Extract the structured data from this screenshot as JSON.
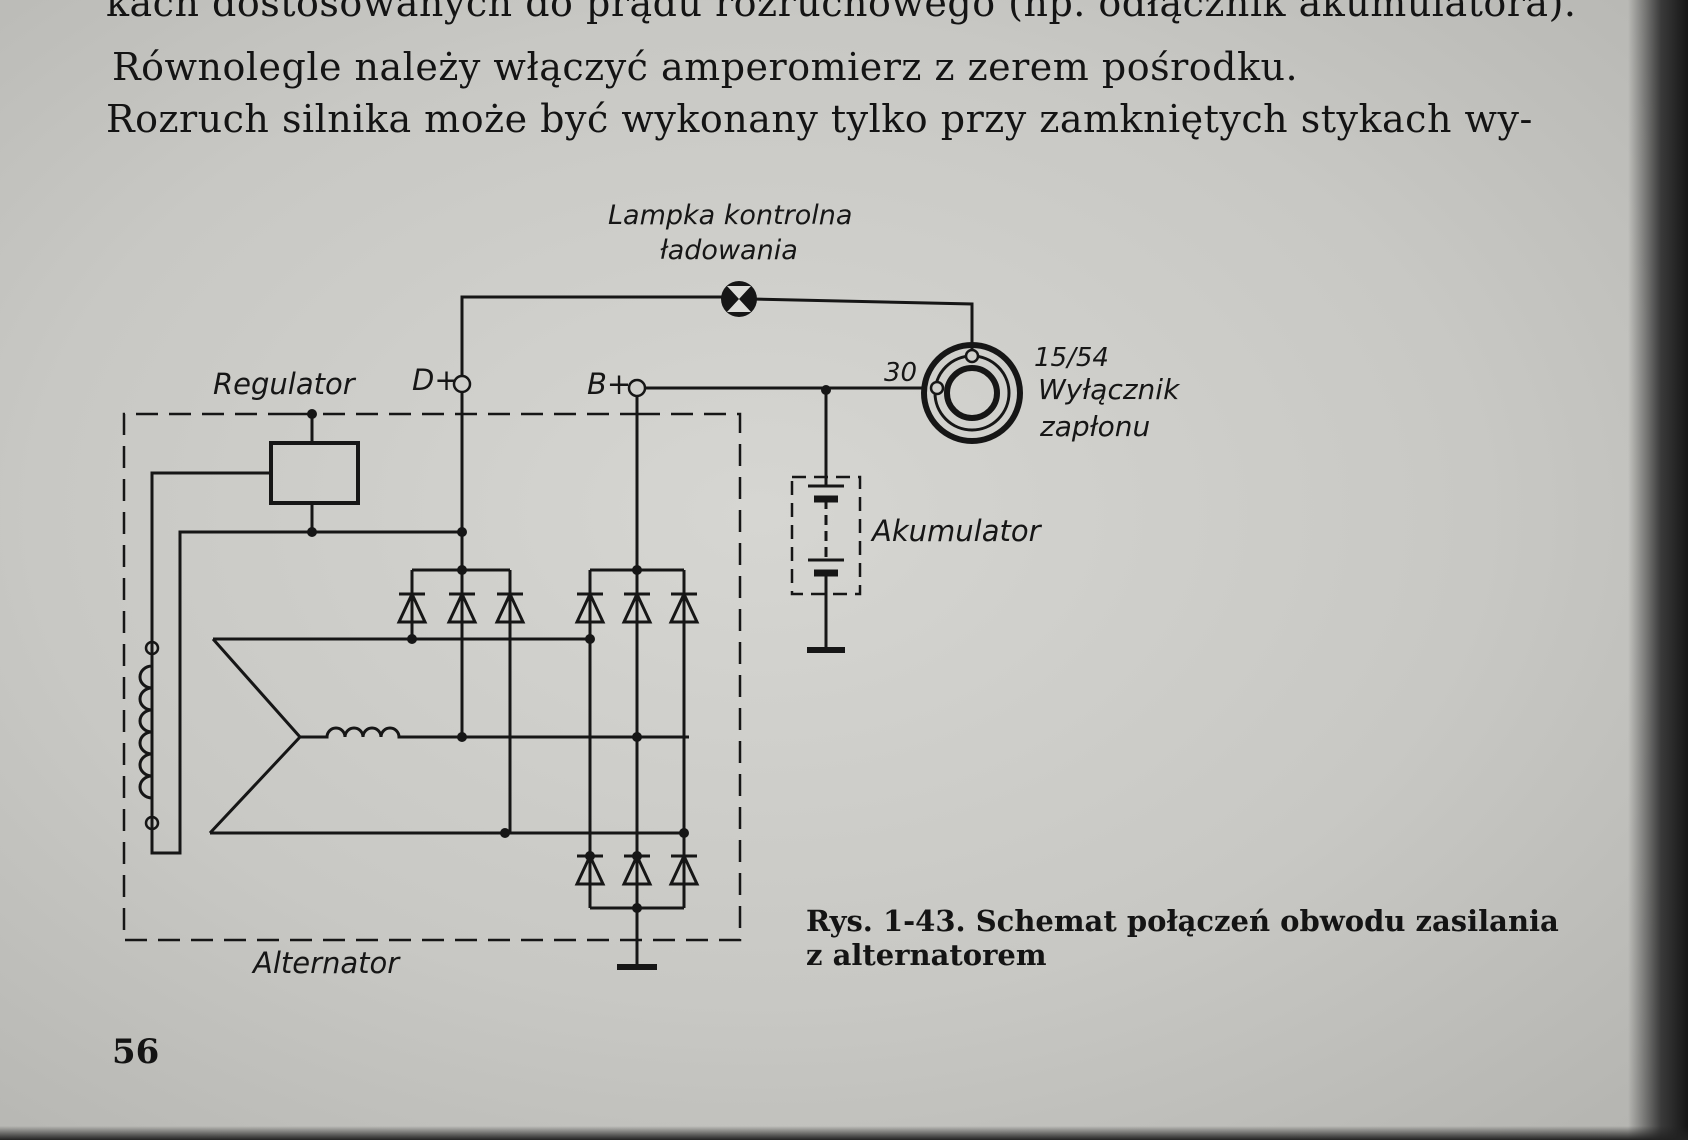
{
  "text": {
    "line1": "kach dostosowanych do prądu rozruchowego (np. odłącznik akumulatora).",
    "line2": "Równolegle należy włączyć amperomierz z zerem pośrodku.",
    "line3": "Rozruch silnika może być wykonany tylko przy zamkniętych stykach wy-"
  },
  "diagram": {
    "lamp_label_1": "Lampka kontrolna",
    "lamp_label_2": "ładowania",
    "regulator": "Regulator",
    "terminal_d": "D+",
    "terminal_b": "B+",
    "terminal_30": "30",
    "switch_terminal": "15/54",
    "switch_label_1": "Wyłącznik",
    "switch_label_2": "zapłonu",
    "battery": "Akumulator",
    "alternator": "Alternator"
  },
  "caption": {
    "line1": "Rys. 1-43. Schemat połączeń obwodu zasilania",
    "line2": "z alternatorem"
  },
  "page_number": "56"
}
